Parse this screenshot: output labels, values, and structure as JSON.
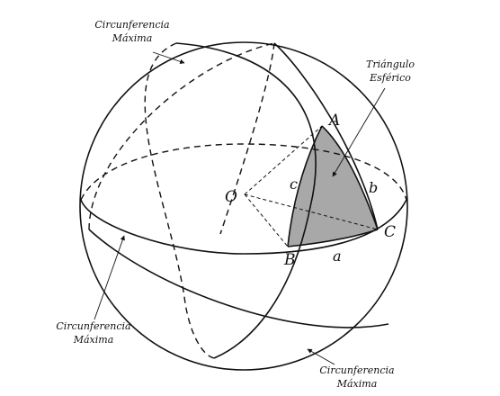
{
  "labels": {
    "top_circle_line1": "Circunferencia",
    "top_circle_line2": "Máxima",
    "triangle_line1": "Triángulo",
    "triangle_line2": "Esférico",
    "left_circle_line1": "Circunferencia",
    "left_circle_line2": "Máxima",
    "bottom_circle_line1": "Circunferencia",
    "bottom_circle_line2": "Máxima"
  },
  "points": {
    "center": "O",
    "a": "A",
    "b": "B",
    "c": "C"
  },
  "sides": {
    "a": "a",
    "b": "b",
    "c": "c"
  },
  "colors": {
    "triangle_fill": "#a8a8a8",
    "ink": "#111111"
  }
}
